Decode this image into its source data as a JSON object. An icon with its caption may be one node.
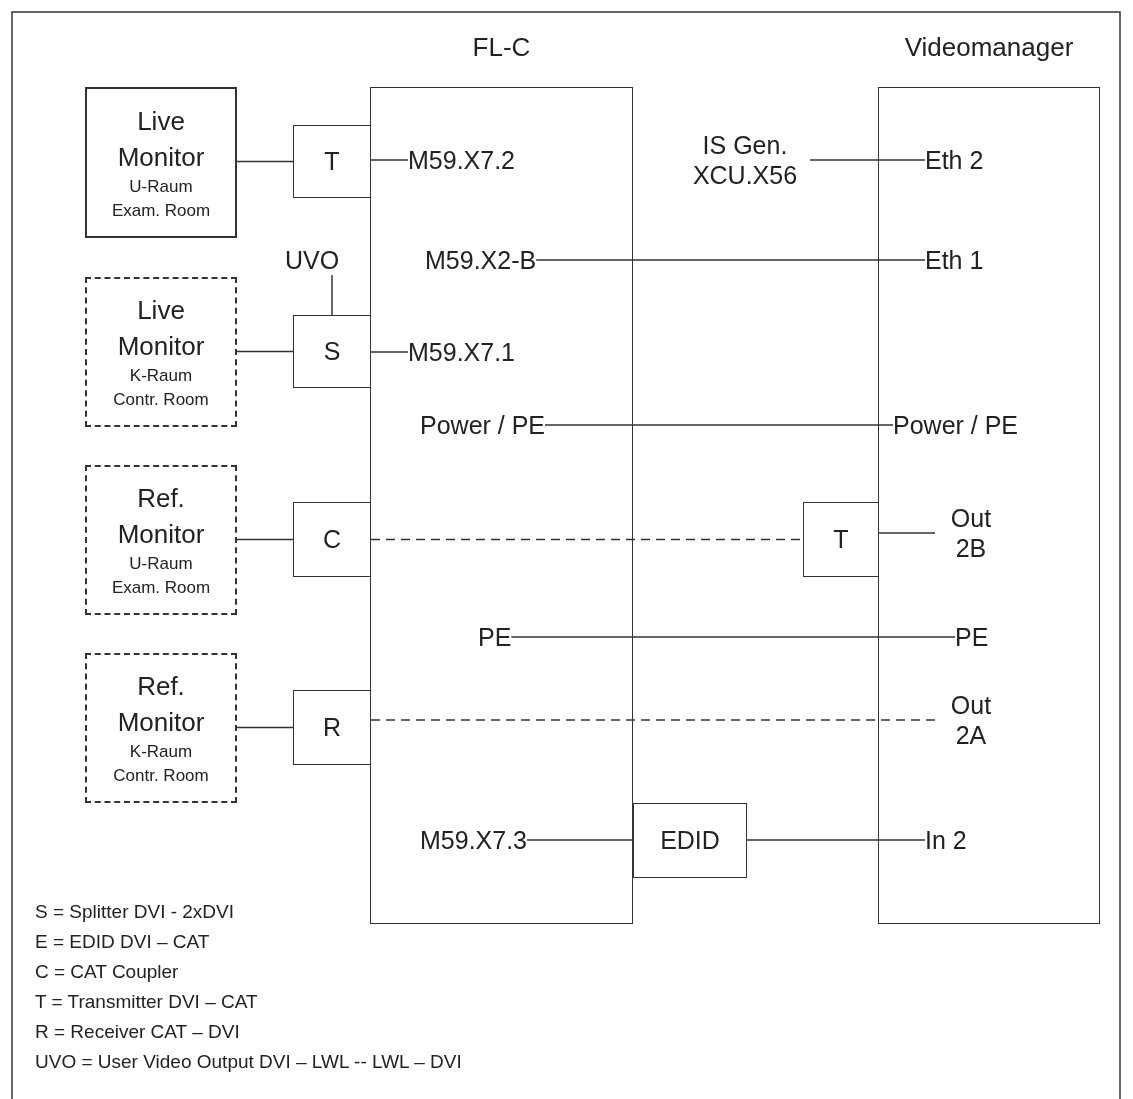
{
  "diagram": {
    "nodes": [
      {
        "text": [
          "FL-C"
        ]
      },
      {
        "text": [
          "Videomanager"
        ]
      },
      {
        "text": [
          "M59.X7.2"
        ],
        "in": 0
      },
      {
        "text": [
          "M59.X2-B"
        ],
        "in": 0
      },
      {
        "text": [
          "M59.X7.1"
        ],
        "in": 0
      },
      {
        "text": [
          "Power / PE"
        ],
        "in": 0
      },
      {
        "text": [
          "PE"
        ],
        "in": 0
      },
      {
        "text": [
          "M59.X7.3"
        ],
        "in": 0
      },
      {
        "text": [
          "IS Gen. XCU.X56"
        ]
      },
      {
        "text": [
          "Eth 2"
        ],
        "in": 1
      },
      {
        "text": [
          "Eth 1"
        ],
        "in": 1
      },
      {
        "text": [
          "Power / PE"
        ],
        "in": 1
      },
      {
        "text": [
          "Out 2B"
        ],
        "in": 1
      },
      {
        "text": [
          "PE"
        ],
        "in": 1
      },
      {
        "text": [
          "Out 2A"
        ],
        "in": 1
      },
      {
        "text": [
          "In 2"
        ],
        "in": 1
      },
      {
        "text": [
          "Live Monitor",
          "U-Raum Exam. Room"
        ]
      },
      {
        "text": [
          "Live Monitor",
          "K-Raum Contr. Room"
        ]
      },
      {
        "text": [
          "Ref. Monitor",
          "U-Raum Exam. Room"
        ]
      },
      {
        "text": [
          "Ref. Monitor",
          "K-Raum Contr. Room"
        ]
      },
      {
        "text": [
          "T"
        ]
      },
      {
        "text": [
          "UVO"
        ]
      },
      {
        "text": [
          "S"
        ]
      },
      {
        "text": [
          "C"
        ]
      },
      {
        "text": [
          "R"
        ]
      },
      {
        "text": [
          "T"
        ]
      },
      {
        "text": [
          "EDID"
        ]
      }
    ],
    "edges": [
      {
        "from": 16,
        "to": 20,
        "arrow": "none"
      },
      {
        "from": 20,
        "to": 2,
        "arrow": "none"
      },
      {
        "from": 8,
        "to": 9,
        "arrow": "none"
      },
      {
        "from": 3,
        "to": 10,
        "arrow": "none"
      },
      {
        "from": 21,
        "to": 22,
        "arrow": "none"
      },
      {
        "from": 17,
        "to": 22,
        "arrow": "none"
      },
      {
        "from": 22,
        "to": 4,
        "arrow": "none"
      },
      {
        "from": 5,
        "to": 11,
        "arrow": "none"
      },
      {
        "from": 18,
        "to": 23,
        "arrow": "none"
      },
      {
        "from": 23,
        "to": 25,
        "arrow": "none",
        "style": "dashed"
      },
      {
        "from": 25,
        "to": 12,
        "arrow": "none"
      },
      {
        "from": 6,
        "to": 13,
        "arrow": "none"
      },
      {
        "from": 19,
        "to": 24,
        "arrow": "none"
      },
      {
        "from": 24,
        "to": 14,
        "arrow": "none",
        "style": "dashed"
      },
      {
        "from": 7,
        "to": 26,
        "arrow": "none"
      },
      {
        "from": 26,
        "to": 15,
        "arrow": "none"
      }
    ],
    "labels": [
      "S = Splitter DVI - 2xDVI",
      "E = EDID DVI – CAT",
      "C = CAT Coupler",
      "T = Transmitter DVI – CAT",
      "R = Receiver CAT – DVI",
      "UVO = User Video Output DVI – LWL -- LWL – DVI"
    ]
  }
}
